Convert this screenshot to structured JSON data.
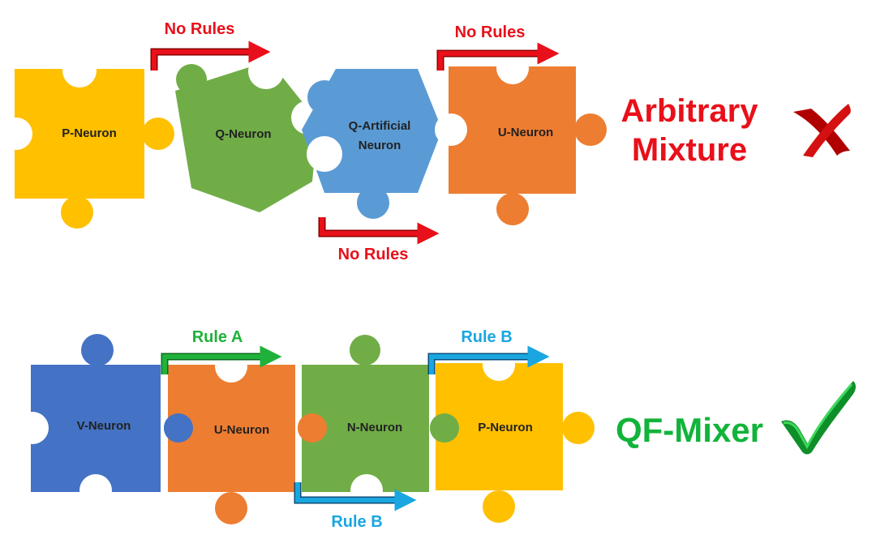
{
  "colors": {
    "yellow": "#FFC000",
    "green": "#70AD47",
    "blue_light": "#5B9BD5",
    "orange": "#ED7D31",
    "blue_dark": "#4472C4",
    "red": "#E8101A",
    "rule_green": "#1FB23A",
    "rule_cyan": "#1AA6E0",
    "qf_green": "#12B33A"
  },
  "top_row": {
    "pieces": [
      {
        "label": "P-Neuron"
      },
      {
        "label": "Q-Neuron"
      },
      {
        "label_line1": "Q-Artificial",
        "label_line2": "Neuron"
      },
      {
        "label": "U-Neuron"
      }
    ],
    "rules": [
      "No Rules",
      "No Rules",
      "No Rules"
    ],
    "verdict_line1": "Arbitrary",
    "verdict_line2": "Mixture",
    "verdict_icon": "cross-icon"
  },
  "bottom_row": {
    "pieces": [
      {
        "label": "V-Neuron"
      },
      {
        "label": "U-Neuron"
      },
      {
        "label": "N-Neuron"
      },
      {
        "label": "P-Neuron"
      }
    ],
    "rules": [
      "Rule A",
      "Rule B",
      "Rule B"
    ],
    "verdict": "QF-Mixer",
    "verdict_icon": "check-icon"
  }
}
